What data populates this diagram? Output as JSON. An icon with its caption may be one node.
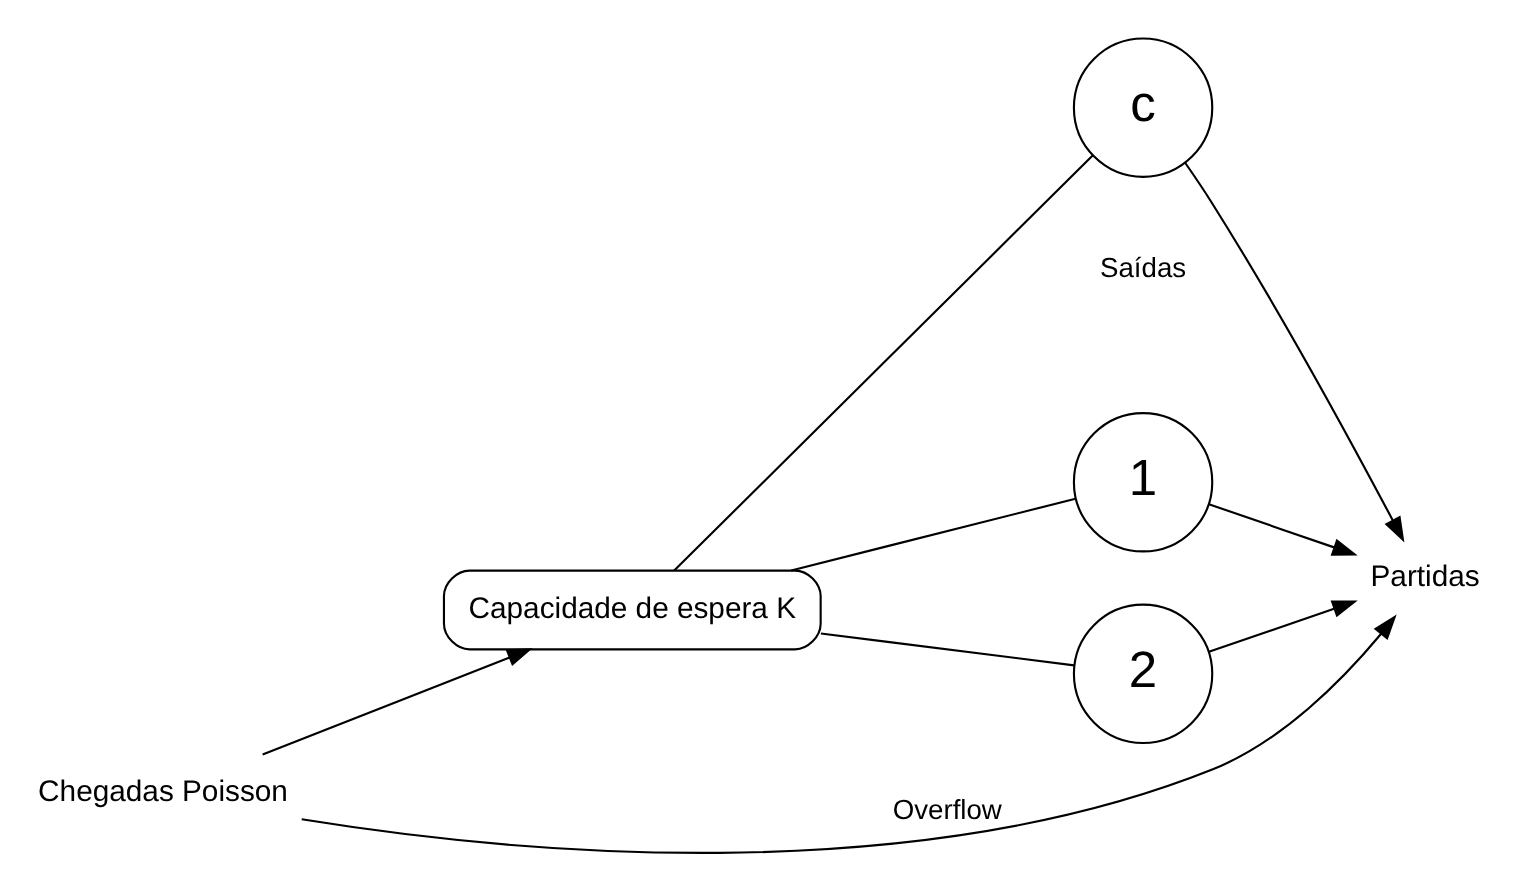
{
  "diagram": {
    "nodes": [
      {
        "text": [
          "Chegadas Poisson"
        ]
      },
      {
        "text": [
          "Capacidade de espera K"
        ]
      },
      {
        "text": [
          "1"
        ]
      },
      {
        "text": [
          "2"
        ]
      },
      {
        "text": [
          "c"
        ]
      },
      {
        "text": [
          "Partidas"
        ]
      }
    ],
    "edges": [
      {
        "from": 0,
        "to": 1,
        "arrow": "to"
      },
      {
        "from": 1,
        "to": 2,
        "arrow": "none"
      },
      {
        "from": 1,
        "to": 3,
        "arrow": "none"
      },
      {
        "from": 1,
        "to": 4,
        "arrow": "none"
      },
      {
        "from": 2,
        "to": 5,
        "arrow": "to"
      },
      {
        "from": 3,
        "to": 5,
        "arrow": "to"
      },
      {
        "from": 4,
        "to": 5,
        "arrow": "to"
      },
      {
        "from": 0,
        "to": 5,
        "arrow": "to",
        "label": "Overflow"
      }
    ],
    "labels": [
      "Saídas"
    ]
  }
}
